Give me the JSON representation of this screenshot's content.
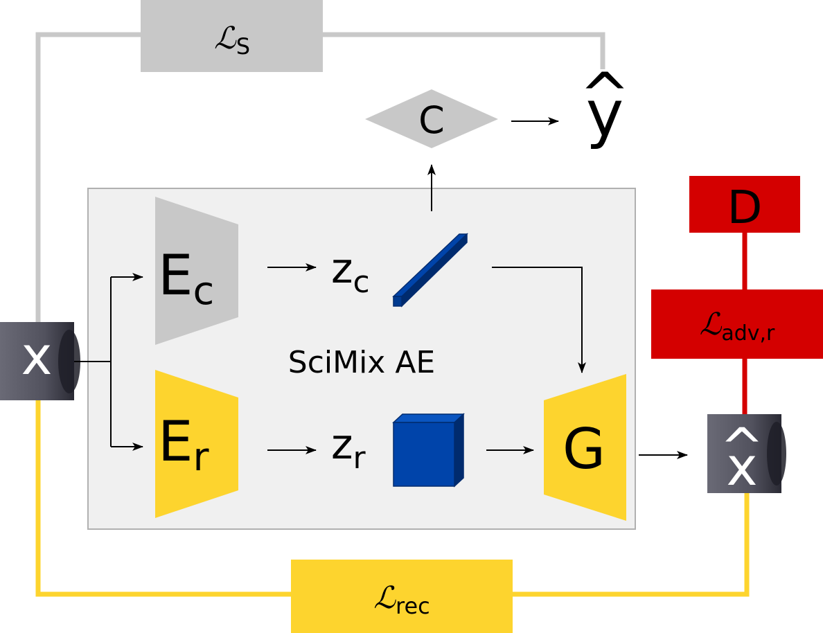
{
  "title": "",
  "center_label": "SciMix AE",
  "losses": {
    "supervised": {
      "symbol": "ℒ",
      "sub": "S"
    },
    "adversarial": {
      "symbol": "ℒ",
      "sub": "adv,r"
    },
    "reconstruction": {
      "symbol": "ℒ",
      "sub": "rec"
    }
  },
  "nodes": {
    "input": {
      "label": "x"
    },
    "output": {
      "label": "x",
      "hat": "^"
    },
    "classifier": {
      "label": "C"
    },
    "prediction": {
      "label": "y",
      "hat": "^"
    },
    "discriminator": {
      "label": "D"
    },
    "encoder_c": {
      "label": "E",
      "sub": "c"
    },
    "encoder_r": {
      "label": "E",
      "sub": "r"
    },
    "generator": {
      "label": "G"
    },
    "latent_c": {
      "label": "z",
      "sub": "c"
    },
    "latent_r": {
      "label": "z",
      "sub": "r"
    }
  },
  "colors": {
    "gray_loss": "#c8c8c8",
    "gray_shape": "#c8c8c8",
    "yellow": "#fdd42e",
    "red": "#d40000",
    "blue": "#0044aa",
    "blue_dark": "#002b6e",
    "panel_bg": "#f0f0f0",
    "panel_border": "#b0b0b0",
    "image_bg": "#5a5a66"
  }
}
